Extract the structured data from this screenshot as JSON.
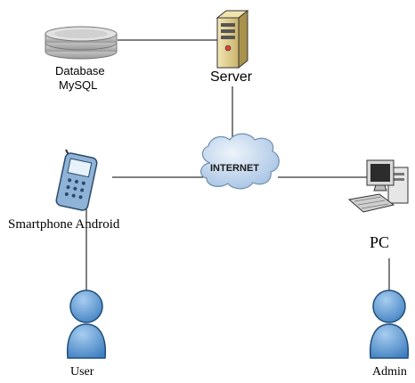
{
  "nodes": {
    "database": {
      "label_line1": "Database",
      "label_line2": "MySQL"
    },
    "server": {
      "label": "Server"
    },
    "internet": {
      "label": "INTERNET"
    },
    "smartphone": {
      "label": "Smartphone Android"
    },
    "pc": {
      "label": "PC"
    },
    "user": {
      "label": "User"
    },
    "admin": {
      "label": "Admin"
    }
  },
  "colors": {
    "line": "#000000",
    "cloud_fill": "#c9dcef",
    "cloud_stroke": "#6f8fb0",
    "person_fill": "#5b9bd5",
    "person_stroke": "#1f4e79",
    "db_fill": "#c8c8c8"
  }
}
